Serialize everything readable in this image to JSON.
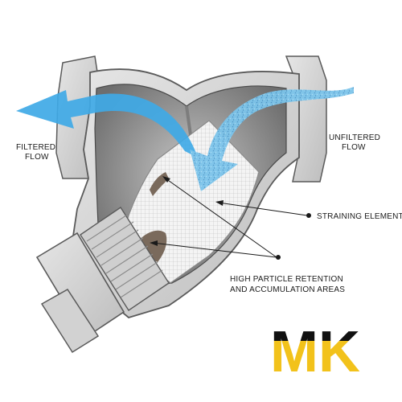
{
  "labels": {
    "filtered_line1": "FILTERED",
    "filtered_line2": "FLOW",
    "unfiltered_line1": "UNFILTERED",
    "unfiltered_line2": "FLOW",
    "straining": "STRAINING ELEMENT",
    "retention_line1": "HIGH PARTICLE RETENTION",
    "retention_line2": "AND ACCUMULATION AREAS"
  },
  "logo": {
    "text": "MK",
    "colors": {
      "black": "#111111",
      "yellow": "#f2c21b"
    }
  },
  "colors": {
    "body_fill": "#d9d9d9",
    "body_stroke": "#5a5a5a",
    "cavity": "#9a9a9a",
    "filtered_arrow": "#3fa9e6",
    "unfiltered_arrow": "#7cc4ea",
    "screen": "#f0f0f0",
    "debris": "#7a6a5c"
  }
}
